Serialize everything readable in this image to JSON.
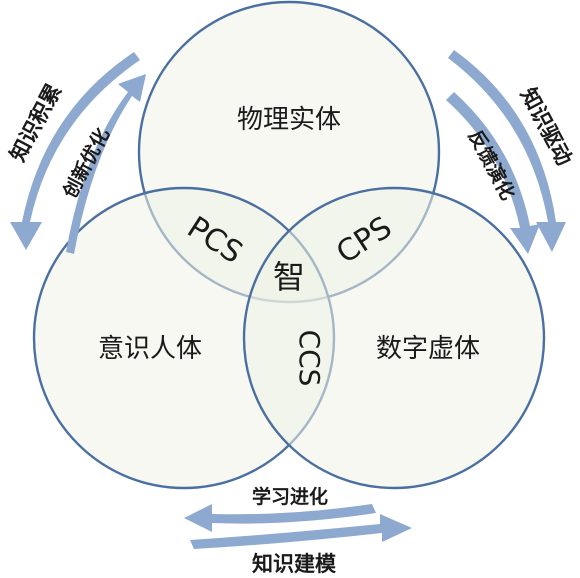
{
  "circles": {
    "top": "物理实体",
    "left": "意识人体",
    "right": "数字虚体"
  },
  "overlaps": {
    "left_top": "PCS",
    "right_top": "CPS",
    "center": "智",
    "bottom": "CCS"
  },
  "arrows": {
    "left_outer": "知识积累",
    "left_inner": "创新优化",
    "right_outer": "知识驱动",
    "right_inner": "反馈演化",
    "bottom_upper": "学习进化",
    "bottom_lower": "知识建模"
  },
  "colors": {
    "circle_stroke": "#4a6fa0",
    "circle_fill": "#eef2e6",
    "arrow": "#8ea9cf"
  }
}
